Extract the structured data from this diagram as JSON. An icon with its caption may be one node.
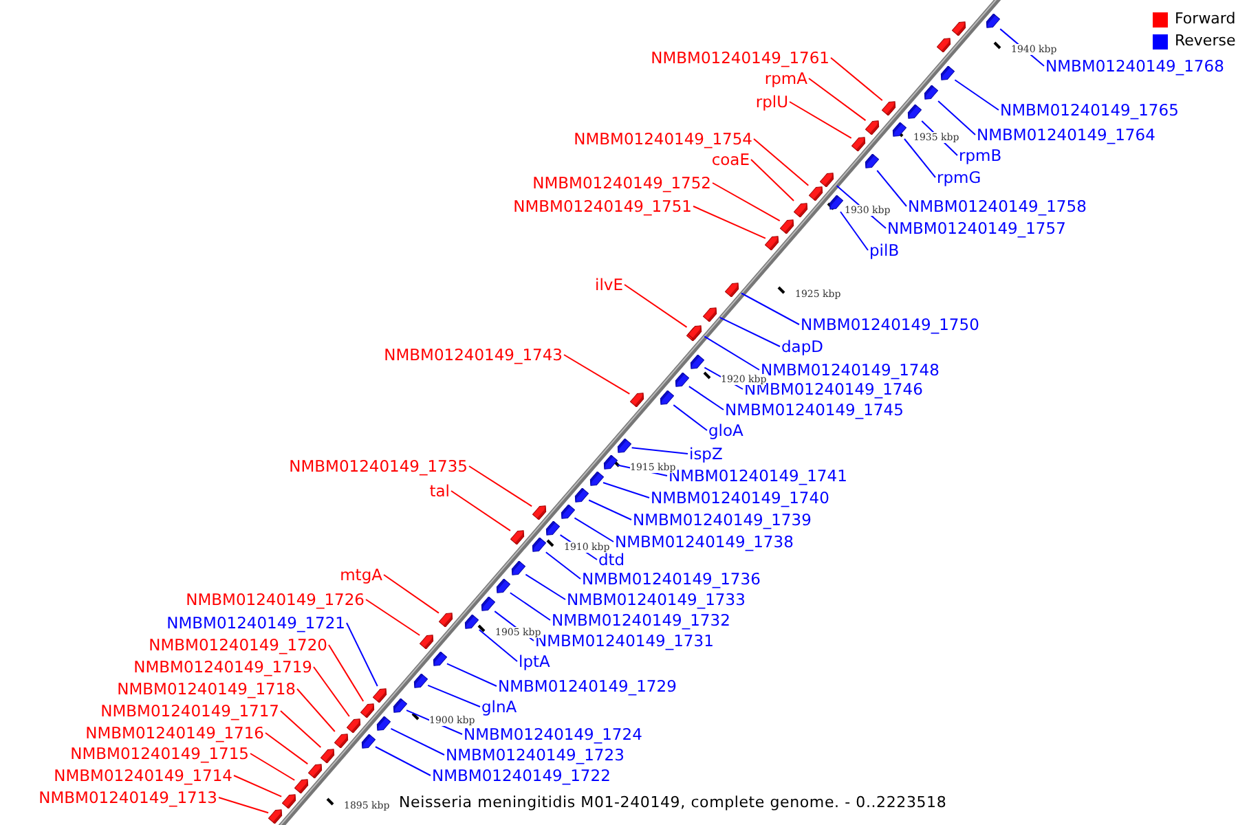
{
  "diagram": {
    "caption": "Neisseria meningitidis M01-240149, complete genome. - 0..2223518",
    "nodes": [
      {
        "text": [
          "NMBM01240149_1761"
        ]
      },
      {
        "text": [],
        "shape": "box"
      },
      {
        "text": [
          "NMBM01240149_1768"
        ]
      },
      {
        "text": [],
        "shape": "box"
      },
      {
        "text": [
          "rpmA"
        ]
      },
      {
        "text": [],
        "shape": "box"
      },
      {
        "text": [
          "rplU"
        ]
      },
      {
        "text": [],
        "shape": "box"
      },
      {
        "text": [
          "NMBM01240149_1765"
        ]
      },
      {
        "text": [],
        "shape": "box"
      },
      {
        "text": [
          "NMBM01240149_1764"
        ]
      },
      {
        "text": [],
        "shape": "box"
      },
      {
        "text": [
          "NMBM01240149_1754"
        ]
      },
      {
        "text": [],
        "shape": "box"
      },
      {
        "text": [
          "rpmB"
        ]
      },
      {
        "text": [],
        "shape": "box"
      },
      {
        "text": [
          "coaE"
        ]
      },
      {
        "text": [],
        "shape": "box"
      },
      {
        "text": [
          "rpmG"
        ]
      },
      {
        "text": [],
        "shape": "box"
      },
      {
        "text": [
          "NMBM01240149_1752"
        ]
      },
      {
        "text": [],
        "shape": "box"
      },
      {
        "text": [
          "NMBM01240149_1751"
        ]
      },
      {
        "text": [],
        "shape": "box"
      },
      {
        "text": [
          "NMBM01240149_1758"
        ]
      },
      {
        "text": [],
        "shape": "box"
      },
      {
        "text": [
          "NMBM01240149_1757"
        ]
      },
      {
        "text": [],
        "shape": "box"
      },
      {
        "text": [
          "pilB"
        ]
      },
      {
        "text": [],
        "shape": "box"
      },
      {
        "text": [
          "ilvE"
        ]
      },
      {
        "text": [],
        "shape": "box"
      },
      {
        "text": [
          "NMBM01240149_1750"
        ]
      },
      {
        "text": [],
        "shape": "box"
      },
      {
        "text": [
          "dapD"
        ]
      },
      {
        "text": [],
        "shape": "box"
      },
      {
        "text": [
          "NMBM01240149_1743"
        ]
      },
      {
        "text": [],
        "shape": "box"
      },
      {
        "text": [
          "NMBM01240149_1748"
        ]
      },
      {
        "text": [],
        "shape": "box"
      },
      {
        "text": [
          "NMBM01240149_1746"
        ]
      },
      {
        "text": [],
        "shape": "box"
      },
      {
        "text": [
          "NMBM01240149_1745"
        ]
      },
      {
        "text": [],
        "shape": "box"
      },
      {
        "text": [
          "gloA"
        ]
      },
      {
        "text": [],
        "shape": "box"
      },
      {
        "text": [
          "ispZ"
        ]
      },
      {
        "text": [],
        "shape": "box"
      },
      {
        "text": [
          "NMBM01240149_1735"
        ]
      },
      {
        "text": [],
        "shape": "box"
      },
      {
        "text": [
          "NMBM01240149_1741"
        ]
      },
      {
        "text": [],
        "shape": "box"
      },
      {
        "text": [
          "tal"
        ]
      },
      {
        "text": [],
        "shape": "box"
      },
      {
        "text": [
          "NMBM01240149_1740"
        ]
      },
      {
        "text": [],
        "shape": "box"
      },
      {
        "text": [
          "NMBM01240149_1739"
        ]
      },
      {
        "text": [],
        "shape": "box"
      },
      {
        "text": [
          "NMBM01240149_1738"
        ]
      },
      {
        "text": [],
        "shape": "box"
      },
      {
        "text": [
          "dtd"
        ]
      },
      {
        "text": [],
        "shape": "box"
      },
      {
        "text": [
          "mtgA"
        ]
      },
      {
        "text": [],
        "shape": "box"
      },
      {
        "text": [
          "NMBM01240149_1736"
        ]
      },
      {
        "text": [],
        "shape": "box"
      },
      {
        "text": [
          "NMBM01240149_1726"
        ]
      },
      {
        "text": [],
        "shape": "box"
      },
      {
        "text": [
          "NMBM01240149_1733"
        ]
      },
      {
        "text": [],
        "shape": "box"
      },
      {
        "text": [
          "NMBM01240149_1721"
        ]
      },
      {
        "text": [],
        "shape": "box"
      },
      {
        "text": [
          "NMBM01240149_1732"
        ]
      },
      {
        "text": [],
        "shape": "box"
      },
      {
        "text": [
          "NMBM01240149_1720"
        ]
      },
      {
        "text": [],
        "shape": "box"
      },
      {
        "text": [
          "NMBM01240149_1731"
        ]
      },
      {
        "text": [],
        "shape": "box"
      },
      {
        "text": [
          "lptA"
        ]
      },
      {
        "text": [],
        "shape": "box"
      },
      {
        "text": [
          "NMBM01240149_1719"
        ]
      },
      {
        "text": [],
        "shape": "box"
      },
      {
        "text": [
          "NMBM01240149_1729"
        ]
      },
      {
        "text": [],
        "shape": "box"
      },
      {
        "text": [
          "NMBM01240149_1718"
        ]
      },
      {
        "text": [],
        "shape": "box"
      },
      {
        "text": [
          "glnA"
        ]
      },
      {
        "text": [],
        "shape": "box"
      },
      {
        "text": [
          "NMBM01240149_1717"
        ]
      },
      {
        "text": [],
        "shape": "box"
      },
      {
        "text": [
          "NMBM01240149_1716"
        ]
      },
      {
        "text": [],
        "shape": "box"
      },
      {
        "text": [
          "NMBM01240149_1724"
        ]
      },
      {
        "text": [],
        "shape": "box"
      },
      {
        "text": [
          "NMBM01240149_1715"
        ]
      },
      {
        "text": [],
        "shape": "box"
      },
      {
        "text": [
          "NMBM01240149_1723"
        ]
      },
      {
        "text": [],
        "shape": "box"
      },
      {
        "text": [
          "NMBM01240149_1714"
        ]
      },
      {
        "text": [],
        "shape": "box"
      },
      {
        "text": [
          "NMBM01240149_1722"
        ]
      },
      {
        "text": [],
        "shape": "box"
      },
      {
        "text": [
          "NMBM01240149_1713"
        ]
      },
      {
        "text": [],
        "shape": "box"
      },
      {
        "text": [],
        "shape": "box"
      },
      {
        "text": [],
        "shape": "box"
      }
    ],
    "edges": [
      {
        "from": 0,
        "to": 1,
        "arrow": "none",
        "color": "#ff0000"
      },
      {
        "from": 2,
        "to": 3,
        "arrow": "none"
      },
      {
        "from": 4,
        "to": 5,
        "arrow": "none",
        "color": "#ff0000"
      },
      {
        "from": 6,
        "to": 7,
        "arrow": "none",
        "color": "#ff0000"
      },
      {
        "from": 8,
        "to": 9,
        "arrow": "none"
      },
      {
        "from": 10,
        "to": 11,
        "arrow": "none"
      },
      {
        "from": 12,
        "to": 13,
        "arrow": "none",
        "color": "#ff0000"
      },
      {
        "from": 14,
        "to": 15,
        "arrow": "none"
      },
      {
        "from": 16,
        "to": 17,
        "arrow": "none",
        "color": "#ff0000"
      },
      {
        "from": 18,
        "to": 19,
        "arrow": "none"
      },
      {
        "from": 20,
        "to": 21,
        "arrow": "none",
        "color": "#ff0000"
      },
      {
        "from": 22,
        "to": 23,
        "arrow": "none",
        "color": "#ff0000"
      },
      {
        "from": 24,
        "to": 25,
        "arrow": "none"
      },
      {
        "from": 26,
        "to": 27,
        "arrow": "none"
      },
      {
        "from": 28,
        "to": 29,
        "arrow": "none"
      },
      {
        "from": 30,
        "to": 31,
        "arrow": "none",
        "color": "#ff0000"
      },
      {
        "from": 32,
        "to": 33,
        "arrow": "none"
      },
      {
        "from": 34,
        "to": 35,
        "arrow": "none"
      },
      {
        "from": 36,
        "to": 37,
        "arrow": "none",
        "color": "#ff0000"
      },
      {
        "from": 38,
        "to": 39,
        "arrow": "none"
      },
      {
        "from": 40,
        "to": 41,
        "arrow": "none"
      },
      {
        "from": 42,
        "to": 43,
        "arrow": "none"
      },
      {
        "from": 44,
        "to": 45,
        "arrow": "none"
      },
      {
        "from": 46,
        "to": 47,
        "arrow": "none"
      },
      {
        "from": 48,
        "to": 49,
        "arrow": "none",
        "color": "#ff0000"
      },
      {
        "from": 50,
        "to": 51,
        "arrow": "none"
      },
      {
        "from": 52,
        "to": 53,
        "arrow": "none",
        "color": "#ff0000"
      },
      {
        "from": 54,
        "to": 55,
        "arrow": "none"
      },
      {
        "from": 56,
        "to": 57,
        "arrow": "none"
      },
      {
        "from": 58,
        "to": 59,
        "arrow": "none"
      },
      {
        "from": 60,
        "to": 61,
        "arrow": "none"
      },
      {
        "from": 62,
        "to": 63,
        "arrow": "none",
        "color": "#ff0000"
      },
      {
        "from": 64,
        "to": 65,
        "arrow": "none"
      },
      {
        "from": 66,
        "to": 67,
        "arrow": "none",
        "color": "#ff0000"
      },
      {
        "from": 68,
        "to": 69,
        "arrow": "none"
      },
      {
        "from": 70,
        "to": 71,
        "arrow": "none"
      },
      {
        "from": 72,
        "to": 73,
        "arrow": "none"
      },
      {
        "from": 74,
        "to": 75,
        "arrow": "none",
        "color": "#ff0000"
      },
      {
        "from": 76,
        "to": 77,
        "arrow": "none"
      },
      {
        "from": 78,
        "to": 79,
        "arrow": "none"
      },
      {
        "from": 80,
        "to": 81,
        "arrow": "none",
        "color": "#ff0000"
      },
      {
        "from": 82,
        "to": 83,
        "arrow": "none"
      },
      {
        "from": 84,
        "to": 85,
        "arrow": "none",
        "color": "#ff0000"
      },
      {
        "from": 86,
        "to": 87,
        "arrow": "none"
      },
      {
        "from": 88,
        "to": 89,
        "arrow": "none",
        "color": "#ff0000"
      },
      {
        "from": 90,
        "to": 91,
        "arrow": "none",
        "color": "#ff0000"
      },
      {
        "from": 92,
        "to": 93,
        "arrow": "none"
      },
      {
        "from": 94,
        "to": 95,
        "arrow": "none",
        "color": "#ff0000"
      },
      {
        "from": 96,
        "to": 97,
        "arrow": "none"
      },
      {
        "from": 98,
        "to": 99,
        "arrow": "none",
        "color": "#ff0000"
      },
      {
        "from": 100,
        "to": 101,
        "arrow": "none"
      },
      {
        "from": 102,
        "to": 103,
        "arrow": "none",
        "color": "#ff0000"
      }
    ],
    "labels": [
      "1940 kbp",
      "1935 kbp",
      "1930 kbp",
      "1925 kbp",
      "1920 kbp",
      "1915 kbp",
      "1910 kbp",
      "1905 kbp",
      "1900 kbp",
      "1895 kbp"
    ],
    "legend": [
      {
        "text": "Forward",
        "color": "#ff0000"
      },
      {
        "text": "Reverse",
        "color": "#0000ff"
      }
    ]
  }
}
